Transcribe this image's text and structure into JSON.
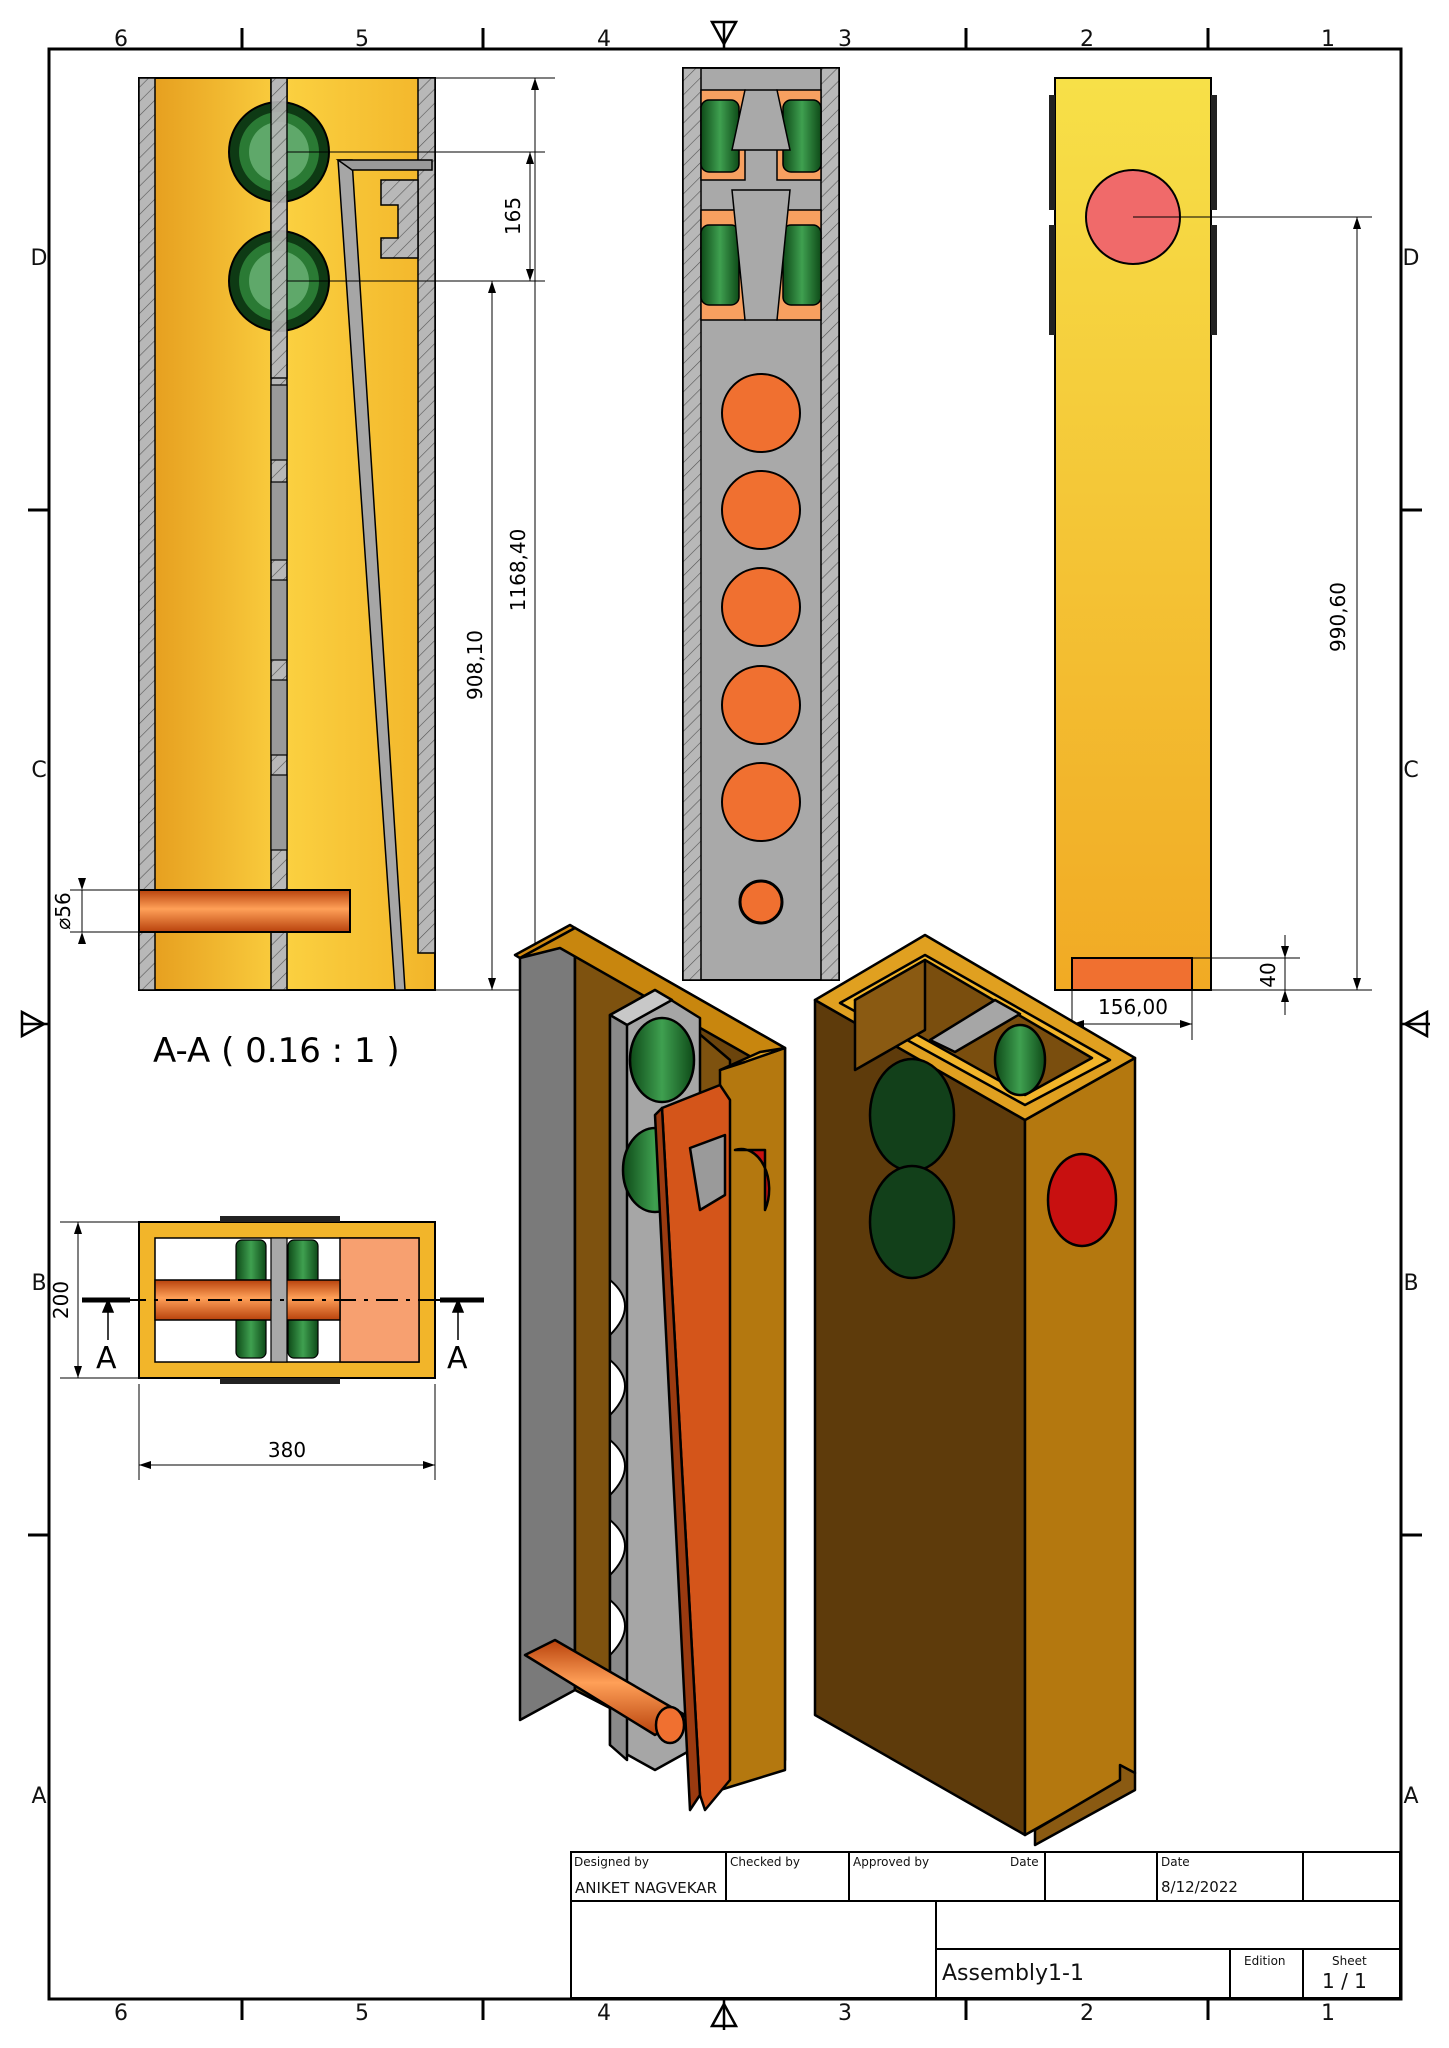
{
  "frame": {
    "top_zones": [
      "6",
      "5",
      "4",
      "3",
      "2",
      "1"
    ],
    "bottom_zones": [
      "6",
      "5",
      "4",
      "3",
      "2",
      "1"
    ],
    "left_zones": [
      "D",
      "C",
      "B",
      "A"
    ],
    "right_zones": [
      "D",
      "C",
      "B",
      "A"
    ]
  },
  "section_view": {
    "label": "A-A ( 0.16 : 1 )",
    "dims": {
      "d165": "165",
      "d908": "908,10",
      "d1168": "1168,40",
      "d56": "⌀56"
    }
  },
  "side_view": {
    "dims": {
      "d990": "990,60",
      "d40": "40",
      "d156": "156,00"
    }
  },
  "top_view": {
    "dims": {
      "d200": "200",
      "d380": "380"
    },
    "section_mark_left": "A",
    "section_mark_right": "A"
  },
  "title_block": {
    "designed_by_label": "Designed by",
    "designed_by": "ANIKET NAGVEKAR",
    "checked_by_label": "Checked by",
    "approved_by_label": "Approved by",
    "date_label_1": "Date",
    "date_label_2": "Date",
    "date": "8/12/2022",
    "title": "Assembly1-1",
    "edition_label": "Edition",
    "sheet_label": "Sheet",
    "sheet": "1 / 1"
  },
  "colors": {
    "body": "#F2B52A",
    "body_dark": "#7A4E0E",
    "body_mid": "#B4780F",
    "steel": "#A8A8A8",
    "rubber": "#1E6B2A",
    "orange": "#F07030",
    "pink": "#F06A6A",
    "red": "#C81010"
  }
}
